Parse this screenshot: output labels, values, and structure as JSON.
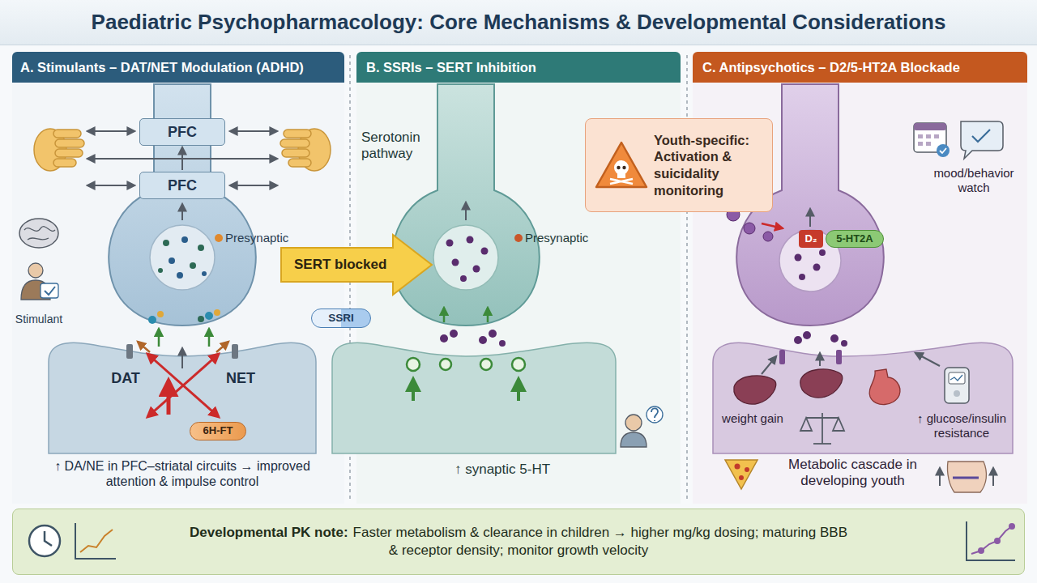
{
  "diagram": {
    "title": "Paediatric Psychopharmacology: Core Mechanisms & Developmental Considerations",
    "nodes": [
      {
        "text": [
          "A. Stimulants – DAT/NET Modulation (ADHD)"
        ]
      },
      {
        "text": [
          "PFC"
        ]
      },
      {
        "text": [
          "PFC"
        ]
      },
      {
        "text": [
          "6H-FT"
        ]
      },
      {
        "text": [
          "SERT blocked"
        ]
      },
      {
        "text": [
          "SSRI"
        ]
      },
      {
        "text": [
          "B. SSRIs – SERT Inhibition"
        ]
      },
      {
        "text": [
          "Youth-specific: Activation & suicidality monitoring"
        ]
      },
      {
        "text": [
          "C. Antipsychotics – D2/5-HT2A Blockade"
        ]
      },
      {
        "text": [
          "D₂"
        ]
      },
      {
        "text": [
          "5-HT2A"
        ]
      },
      {
        "text": [
          "Developmental PK note:",
          "Faster metabolism & clearance in children → higher mg/kg dosing; maturing BBB & receptor density; monitor growth velocity"
        ]
      }
    ],
    "edges": [
      {
        "from": 2,
        "to": 1,
        "arrow": "to"
      }
    ],
    "labels": [
      "Presynaptic",
      "Stimulant",
      "DAT",
      "NET",
      "↑ DA/NE in PFC–striatal circuits → improved attention & impulse control",
      "Serotonin pathway",
      "Presynaptic",
      "↑ synaptic 5-HT",
      "mood/behavior watch",
      "weight gain",
      "↑ glucose/insulin resistance",
      "Metabolic cascade in developing youth"
    ]
  }
}
